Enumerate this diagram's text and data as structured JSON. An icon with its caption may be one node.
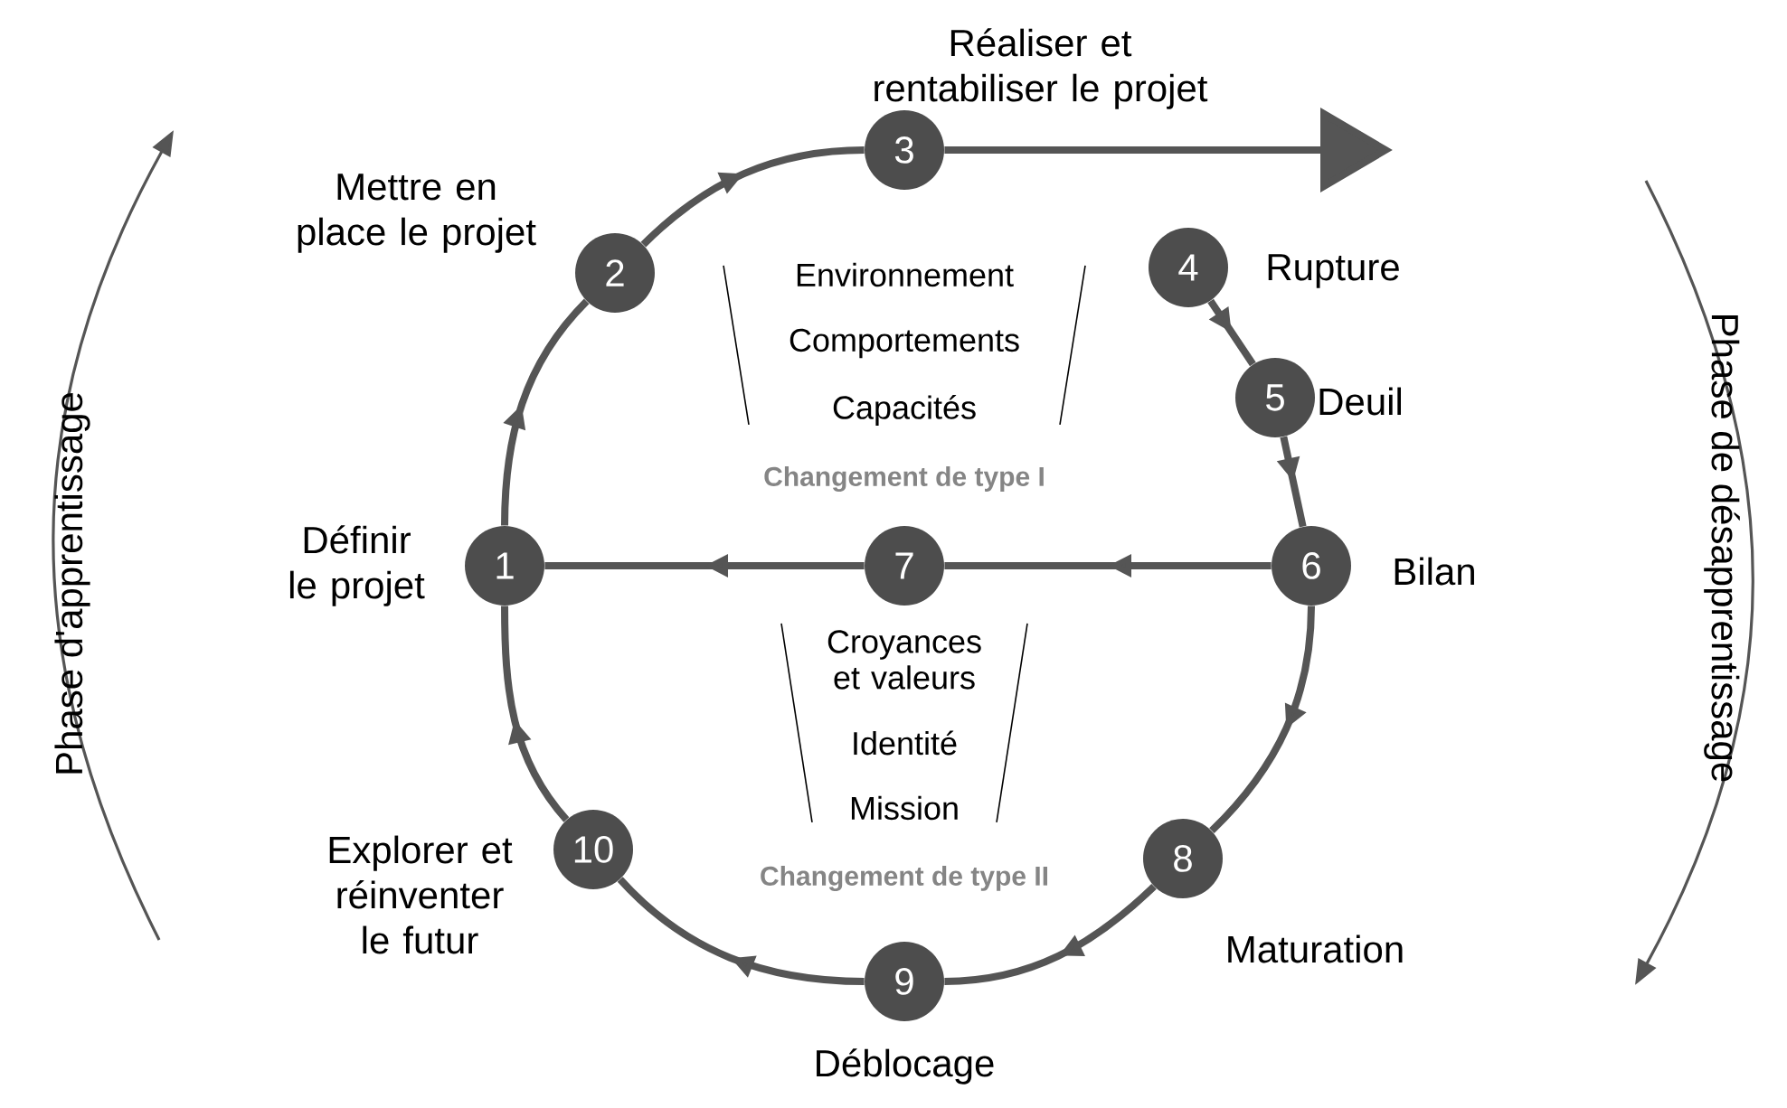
{
  "diagram": {
    "nodes": [
      {
        "text": [
          "1"
        ],
        "beside": [
          "Définir le projet"
        ]
      },
      {
        "text": [
          "2"
        ],
        "beside": [
          "Mettre en place le projet"
        ]
      },
      {
        "text": [
          "3"
        ],
        "beside": [
          "Réaliser et rentabiliser le projet"
        ]
      },
      {
        "text": [
          "4"
        ],
        "beside": [
          "Rupture"
        ]
      },
      {
        "text": [
          "5"
        ],
        "beside": [
          "Deuil"
        ]
      },
      {
        "text": [
          "6"
        ],
        "beside": [
          "Bilan"
        ]
      },
      {
        "text": [
          "7"
        ]
      },
      {
        "text": [
          "8"
        ],
        "beside": [
          "Maturation"
        ]
      },
      {
        "text": [
          "9"
        ],
        "beside": [
          "Déblocage"
        ]
      },
      {
        "text": [
          "10"
        ],
        "beside": [
          "Explorer et réinventer le futur"
        ]
      }
    ],
    "edges": [
      {
        "from": 0,
        "to": 1,
        "arrow": "to"
      },
      {
        "from": 1,
        "to": 2,
        "arrow": "to"
      },
      {
        "from": 2,
        "to": null,
        "arrow": "to"
      },
      {
        "from": 3,
        "to": 4,
        "arrow": "to"
      },
      {
        "from": 4,
        "to": 5,
        "arrow": "to"
      },
      {
        "from": 5,
        "to": 6,
        "arrow": "to"
      },
      {
        "from": 6,
        "to": 0,
        "arrow": "to"
      },
      {
        "from": 5,
        "to": 7,
        "arrow": "to"
      },
      {
        "from": 7,
        "to": 8,
        "arrow": "to"
      },
      {
        "from": 8,
        "to": 9,
        "arrow": "to"
      },
      {
        "from": 9,
        "to": 0,
        "arrow": "to"
      }
    ],
    "labels": [
      "Environnement",
      "Comportements",
      "Capacités",
      "Changement de type I",
      "Croyances et valeurs",
      "Identité",
      "Mission",
      "Changement de type II",
      "Phase d'apprentissage",
      "Phase de désapprentissage"
    ]
  }
}
